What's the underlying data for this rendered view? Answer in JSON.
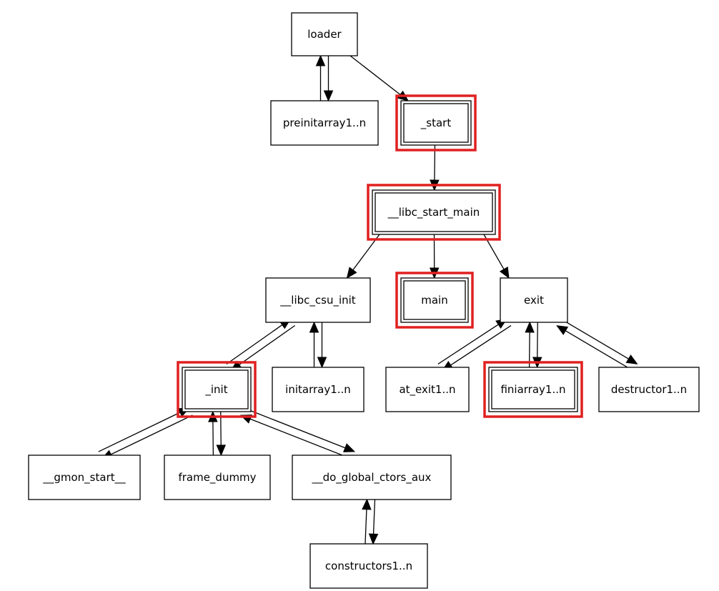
{
  "diagram": {
    "highlight_color": "#e02020",
    "nodes": [
      {
        "id": "loader",
        "label": "loader",
        "highlighted": false
      },
      {
        "id": "preinitarray",
        "label": "preinitarray1..n",
        "highlighted": false
      },
      {
        "id": "start",
        "label": "_start",
        "highlighted": true
      },
      {
        "id": "libc_start_main",
        "label": "__libc_start_main",
        "highlighted": true
      },
      {
        "id": "libc_csu_init",
        "label": "__libc_csu_init",
        "highlighted": false
      },
      {
        "id": "main",
        "label": "main",
        "highlighted": true
      },
      {
        "id": "exit",
        "label": "exit",
        "highlighted": false
      },
      {
        "id": "init",
        "label": "_init",
        "highlighted": true
      },
      {
        "id": "initarray",
        "label": "initarray1..n",
        "highlighted": false
      },
      {
        "id": "at_exit",
        "label": "at_exit1..n",
        "highlighted": false
      },
      {
        "id": "finiarray",
        "label": "finiarray1..n",
        "highlighted": true
      },
      {
        "id": "destructor",
        "label": "destructor1..n",
        "highlighted": false
      },
      {
        "id": "gmon_start",
        "label": "__gmon_start__",
        "highlighted": false
      },
      {
        "id": "frame_dummy",
        "label": "frame_dummy",
        "highlighted": false
      },
      {
        "id": "do_global_ctors_aux",
        "label": "__do_global_ctors_aux",
        "highlighted": false
      },
      {
        "id": "constructors",
        "label": "constructors1..n",
        "highlighted": false
      }
    ],
    "edges": [
      {
        "from": "loader",
        "to": "preinitarray",
        "bidirectional": true
      },
      {
        "from": "loader",
        "to": "start",
        "bidirectional": false
      },
      {
        "from": "start",
        "to": "libc_start_main",
        "bidirectional": false
      },
      {
        "from": "libc_start_main",
        "to": "libc_csu_init",
        "bidirectional": false
      },
      {
        "from": "libc_start_main",
        "to": "main",
        "bidirectional": false
      },
      {
        "from": "libc_start_main",
        "to": "exit",
        "bidirectional": false
      },
      {
        "from": "libc_csu_init",
        "to": "init",
        "bidirectional": true
      },
      {
        "from": "libc_csu_init",
        "to": "initarray",
        "bidirectional": true
      },
      {
        "from": "exit",
        "to": "at_exit",
        "bidirectional": true
      },
      {
        "from": "exit",
        "to": "finiarray",
        "bidirectional": true
      },
      {
        "from": "exit",
        "to": "destructor",
        "bidirectional": true
      },
      {
        "from": "init",
        "to": "gmon_start",
        "bidirectional": true
      },
      {
        "from": "init",
        "to": "frame_dummy",
        "bidirectional": true
      },
      {
        "from": "init",
        "to": "do_global_ctors_aux",
        "bidirectional": true
      },
      {
        "from": "do_global_ctors_aux",
        "to": "constructors",
        "bidirectional": true
      }
    ]
  }
}
